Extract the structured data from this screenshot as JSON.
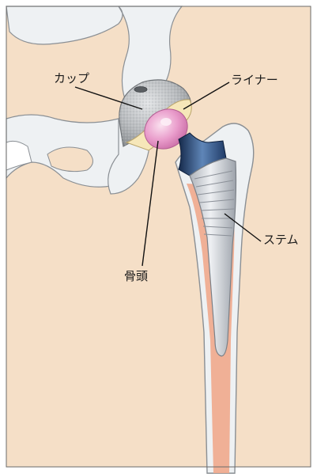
{
  "labels": {
    "cup": "カップ",
    "liner": "ライナー",
    "stem": "ステム",
    "femoral_head": "骨頭"
  },
  "colors": {
    "skin": "#f5dfc7",
    "bone": "#eef1f3",
    "bone_outline": "#8a8f94",
    "marrow": "#f0a88c",
    "cup_metal": "#b9bcbf",
    "liner": "#f6e7b9",
    "head": "#e58fc0",
    "neck": "#2e4d7e",
    "stem": "#c9cdd3",
    "leader_line": "#111111"
  }
}
